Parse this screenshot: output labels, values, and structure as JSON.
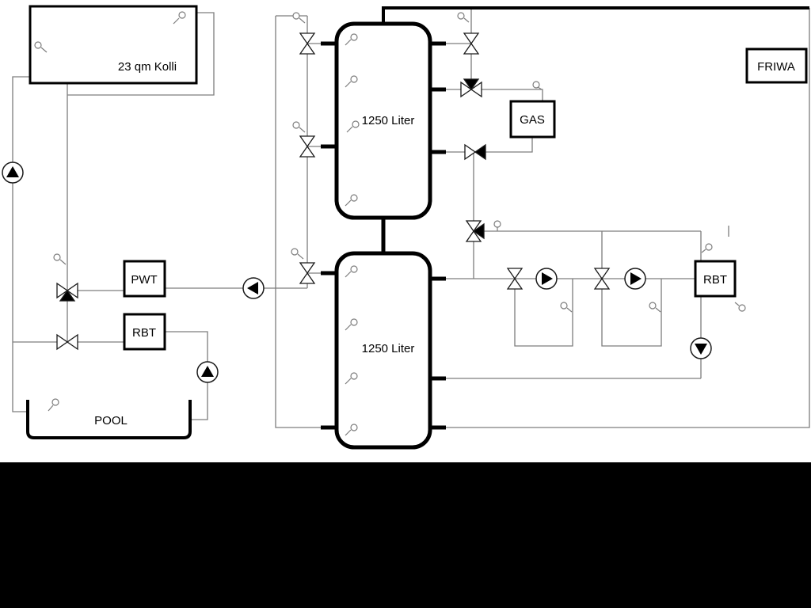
{
  "labels": {
    "collector": "23 qm Kolli",
    "tank_upper": "1250 Liter",
    "tank_lower": "1250 Liter",
    "gas": "GAS",
    "friwa": "FRIWA",
    "pwt": "PWT",
    "rbt_left": "RBT",
    "rbt_right": "RBT",
    "pool": "POOL"
  },
  "colors": {
    "background": "#ffffff",
    "footer": "#000000",
    "pipe_thin": "#7d7d7d",
    "pipe_thick": "#000000"
  }
}
